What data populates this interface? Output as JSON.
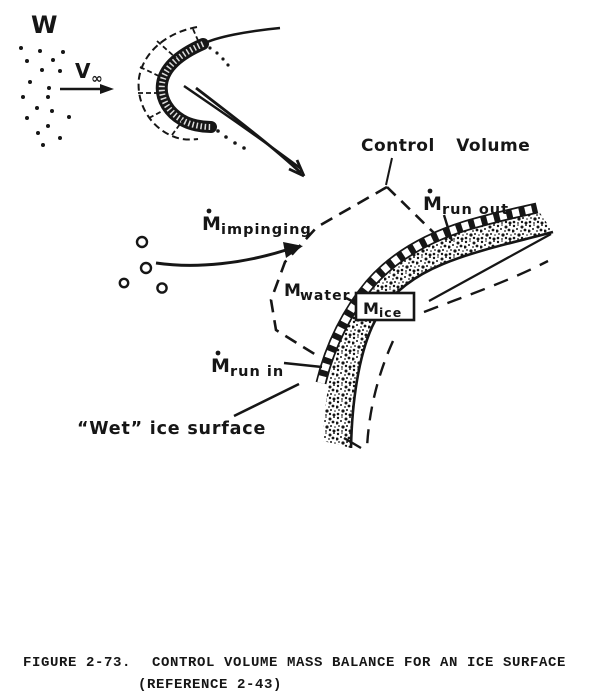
{
  "overview": {
    "cloud_label": "W",
    "velocity_symbol": "V",
    "velocity_subscript": "∞"
  },
  "detail": {
    "control_volume_label": "Control Volume",
    "m_impinging": {
      "symbol": "M",
      "dot": true,
      "subscript": "impinging"
    },
    "m_run_out": {
      "symbol": "M",
      "dot": true,
      "subscript": "run out"
    },
    "m_run_in": {
      "symbol": "M",
      "dot": true,
      "subscript": "run in"
    },
    "m_water": {
      "symbol": "M",
      "dot": false,
      "subscript": "water"
    },
    "m_ice": {
      "symbol": "M",
      "dot": false,
      "subscript": "ice"
    },
    "wet_ice_label": "“Wet” ice surface"
  },
  "caption": {
    "figure_label": "FIGURE 2-73.",
    "title": "CONTROL VOLUME MASS BALANCE FOR AN ICE SURFACE",
    "reference": "(REFERENCE 2-43)"
  },
  "colors": {
    "ink": "#161616",
    "paper": "#ffffff"
  }
}
